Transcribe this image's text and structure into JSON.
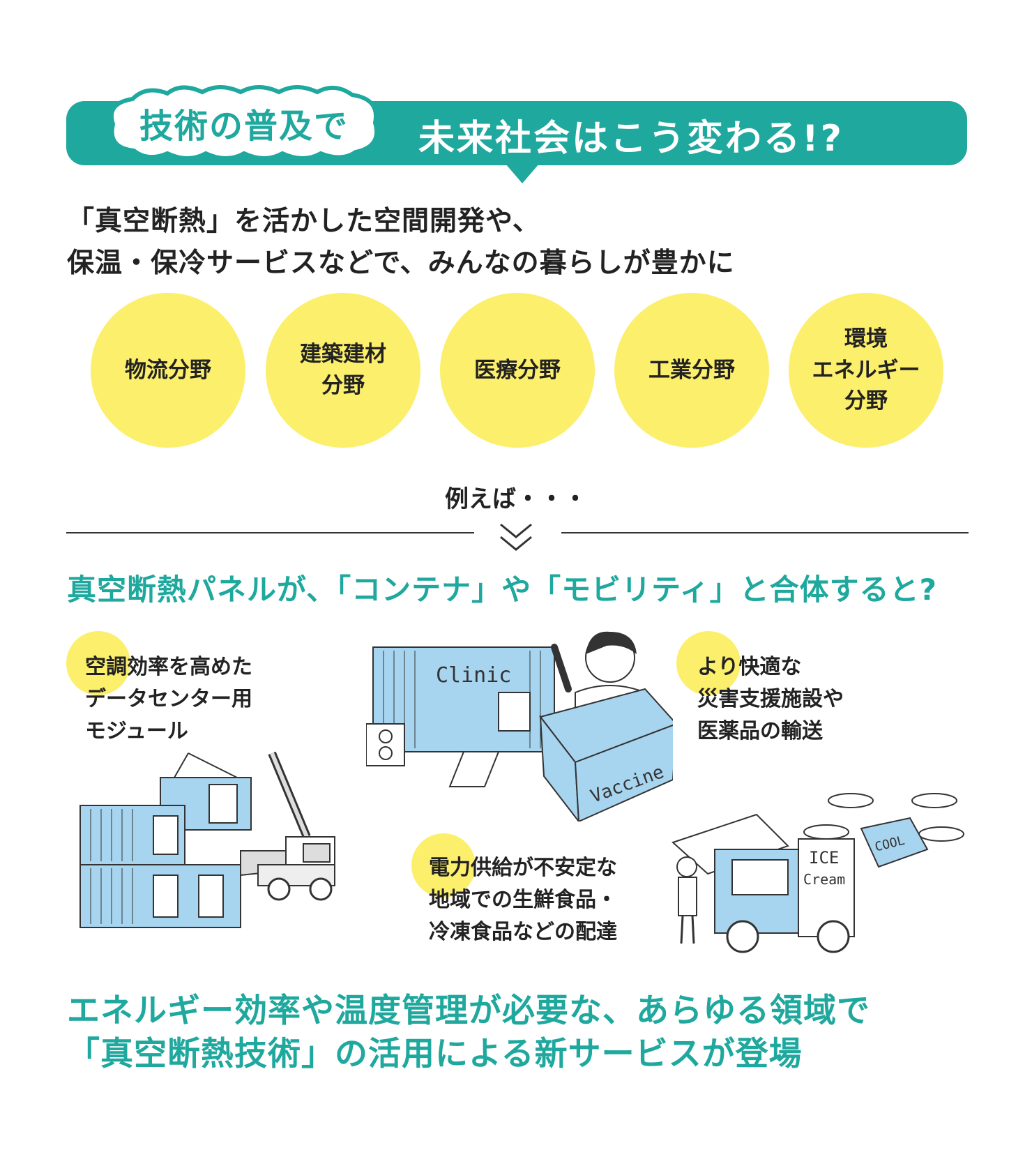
{
  "header": {
    "tag": "技術の普及で",
    "title": "未来社会はこう変わる!?"
  },
  "intro": {
    "line1": "「真空断熱」を活かした空間開発や、",
    "line2": "保温・保冷サービスなどで、みんなの暮らしが豊かに"
  },
  "fields": [
    {
      "label": "物流分野"
    },
    {
      "label": "建築建材\n分野"
    },
    {
      "label": "医療分野"
    },
    {
      "label": "工業分野"
    },
    {
      "label": "環境\nエネルギー\n分野"
    }
  ],
  "example": {
    "label": "例えば・・・"
  },
  "question": "真空断熱パネルが、「コンテナ」や「モビリティ」と合体すると?",
  "cases": [
    {
      "caption": "空調効率を高めた\nデータセンター用\nモジュール"
    },
    {
      "caption": "より快適な\n災害支援施設や\n医薬品の輸送"
    },
    {
      "caption": "電力供給が不安定な\n地域での生鮮食品・\n冷凍食品などの配達"
    }
  ],
  "illustration_text": {
    "clinic": "Clinic",
    "vaccine": "Vaccine",
    "ice": "ICE",
    "cream": "Cream",
    "cool": "COOL"
  },
  "conclusion": {
    "line1": "エネルギー効率や温度管理が必要な、あらゆる領域で",
    "line2": "「真空断熱技術」の活用による新サービスが登場"
  },
  "colors": {
    "teal": "#1fa89e",
    "yellow": "#fcef6c",
    "container_blue": "#a7d4ef"
  }
}
